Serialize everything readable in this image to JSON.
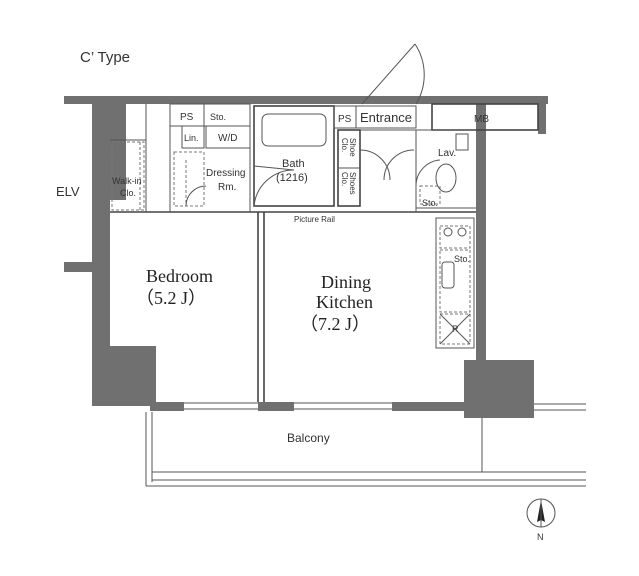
{
  "type_label": "C’ Type",
  "outside": {
    "elv": "ELV",
    "balcony": "Balcony",
    "compass_letter": "N"
  },
  "rooms": {
    "bedroom_name": "Bedroom",
    "bedroom_size": "（5.2 J）",
    "dining_name_1": "Dining",
    "dining_name_2": "Kitchen",
    "dining_size": "（7.2 J）",
    "bath_name": "Bath",
    "bath_size": "(1216)",
    "dressing_1": "Dressing",
    "dressing_2": "Rm.",
    "walkin_1": "Walk-in",
    "walkin_2": "Clo.",
    "entrance": "Entrance",
    "mb": "MB",
    "lav": "Lav."
  },
  "fixtures": {
    "ps_left": "PS",
    "ps_right": "PS",
    "sto_top": "Sto.",
    "lin": "Lin.",
    "wd": "W/D",
    "picture_rail": "Picture Rail",
    "shoes_1_a": "Shoe",
    "shoes_1_b": "Clo.",
    "shoes_2_a": "Shoes",
    "shoes_2_b": "Clo.",
    "sto_toilet": "Sto.",
    "sto_kitchen": "Sto.",
    "fridge": "R"
  }
}
